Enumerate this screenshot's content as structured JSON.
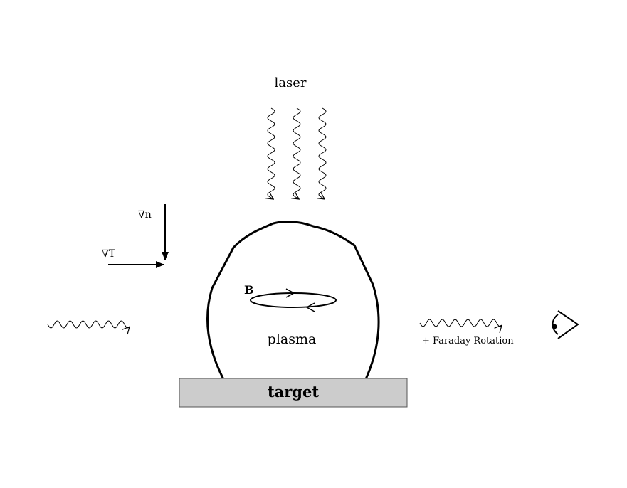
{
  "labels": {
    "laser": "laser",
    "grad_n": "∇n",
    "grad_T": "∇T",
    "magnetic_field": "B",
    "plasma": "plasma",
    "faraday": "+ Faraday Rotation",
    "target": "target"
  },
  "colors": {
    "stroke": "#000000",
    "target_fill": "#cccccc",
    "target_stroke": "#555555",
    "background": "#ffffff"
  },
  "icons": {
    "observer": "eye-icon"
  }
}
